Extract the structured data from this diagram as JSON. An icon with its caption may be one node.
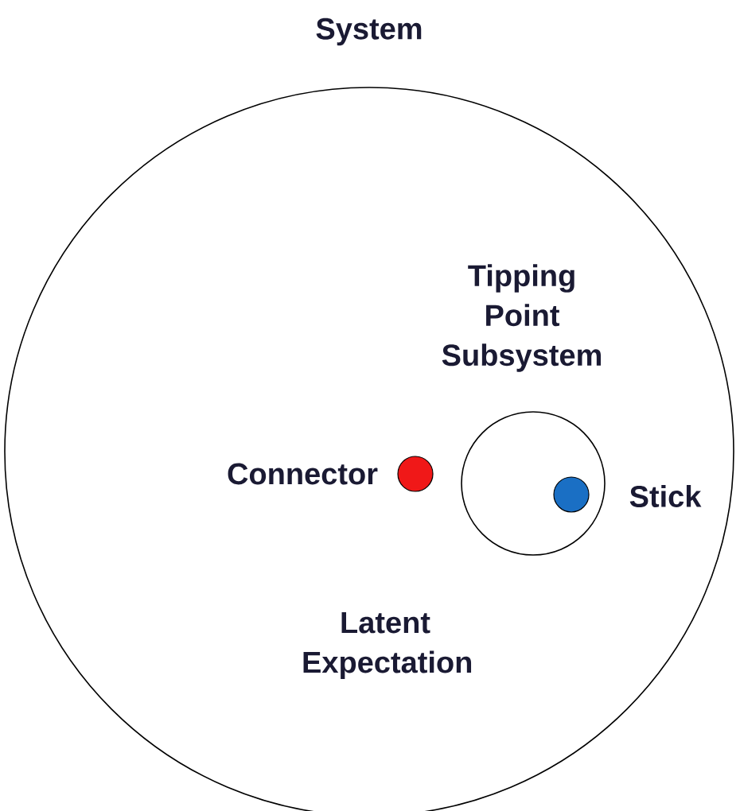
{
  "diagram": {
    "nodes": [
      {
        "text": [
          "System",
          "Latent Expectation"
        ]
      },
      {
        "text": [
          "Tipping Point Subsystem"
        ],
        "in": 0
      },
      {
        "text": [],
        "shape": "circle",
        "beside": [
          "Connector"
        ],
        "in": 0
      },
      {
        "text": [],
        "shape": "circle",
        "beside": [
          "Stick"
        ],
        "in": 1
      }
    ]
  }
}
